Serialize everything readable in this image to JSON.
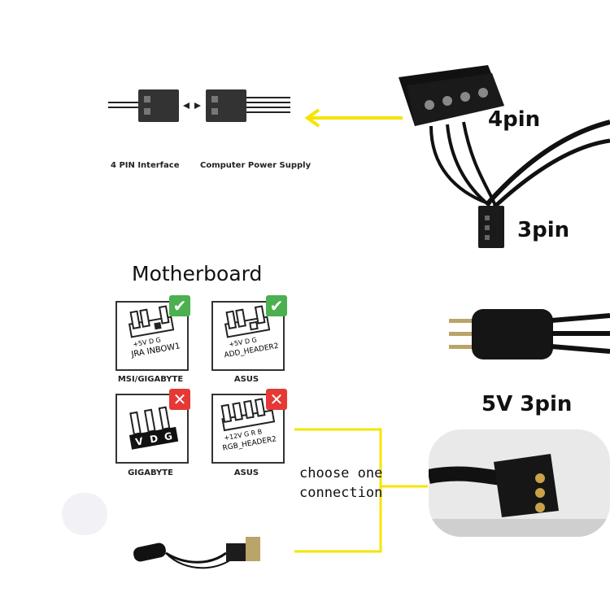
{
  "top": {
    "label_4pin_interface": "4 PIN Interface",
    "label_power_supply": "Computer Power Supply",
    "label_4pin": "4pin",
    "label_3pin": "3pin"
  },
  "motherboard": {
    "title": "Motherboard",
    "boards": [
      {
        "brand": "MSI/GIGABYTE",
        "header_name": "JRA INBOW1",
        "pins": "+5V D G",
        "status": "✔"
      },
      {
        "brand": "ASUS",
        "header_name": "ADD_HEADER2",
        "pins": "+5V D G",
        "status": "✔"
      },
      {
        "brand": "GIGABYTE",
        "pin_letters": [
          "V",
          "D",
          "G"
        ],
        "status": "✕"
      },
      {
        "brand": "ASUS",
        "header_name": "RGB_HEADER2",
        "pins": "+12V G R B",
        "status": "✕"
      }
    ]
  },
  "right": {
    "label_5v3pin": "5V 3pin"
  },
  "connection": {
    "text_line1": "choose one",
    "text_line2": "connection"
  },
  "colors": {
    "accent_yellow": "#f5e400",
    "ok_green": "#4caf50",
    "bad_red": "#e53935"
  }
}
